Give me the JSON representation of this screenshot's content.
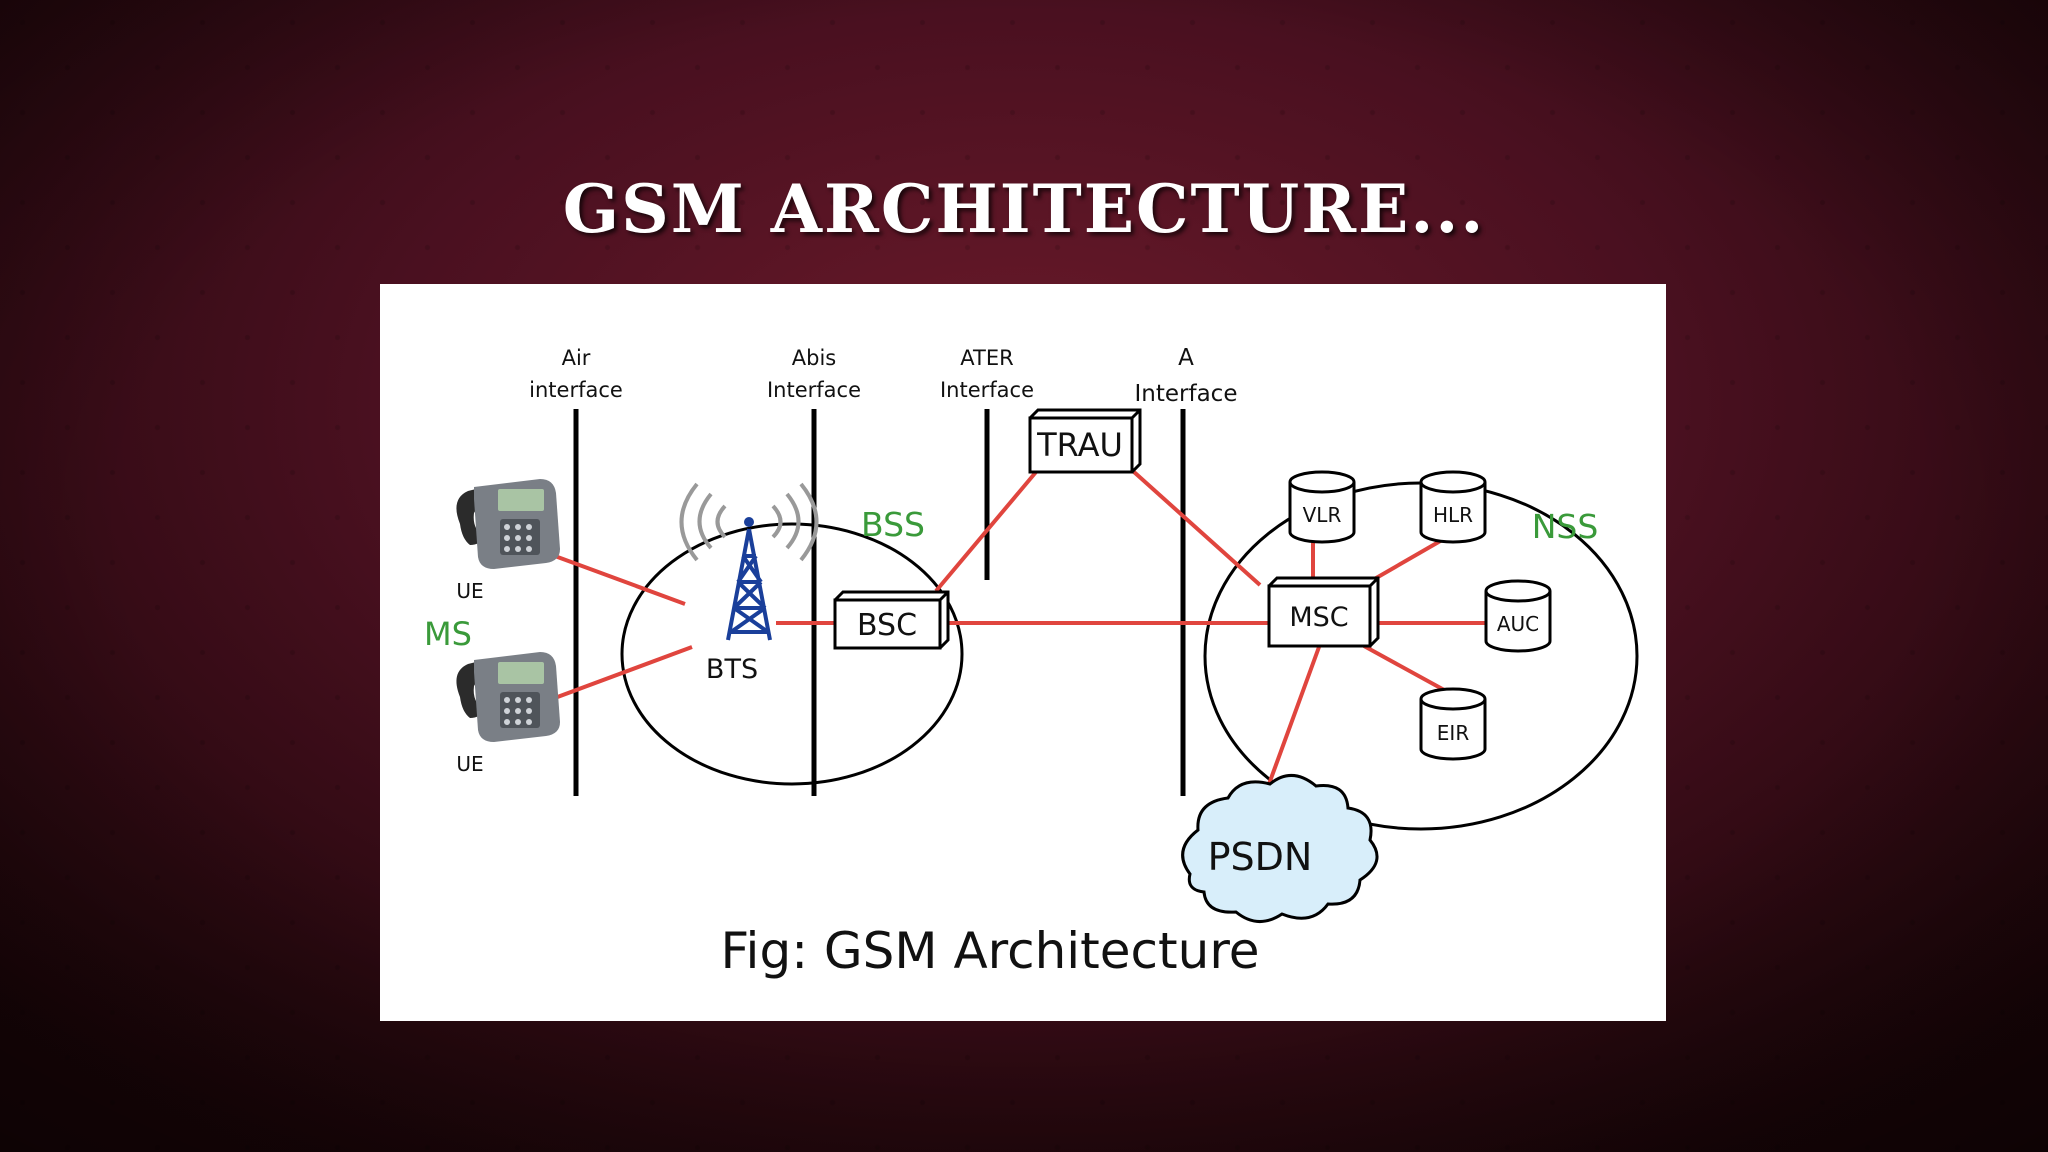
{
  "slide": {
    "title": "GSM ARCHITECTURE..."
  },
  "diagram": {
    "interfaces": {
      "air": [
        "Air",
        "interface"
      ],
      "abis": [
        "Abis",
        "Interface"
      ],
      "ater": [
        "ATER",
        "Interface"
      ],
      "a": [
        "A",
        "Interface"
      ]
    },
    "nodes": {
      "ue1": "UE",
      "ue2": "UE",
      "ms": "MS",
      "bts": "BTS",
      "bss": "BSS",
      "bsc": "BSC",
      "trau": "TRAU",
      "msc": "MSC",
      "nss": "NSS",
      "vlr": "VLR",
      "hlr": "HLR",
      "auc": "AUC",
      "eir": "EIR",
      "psdn": "PSDN"
    },
    "caption": "Fig: GSM Architecture",
    "colors": {
      "link": "#e0453e",
      "group_label": "#3a9a3a",
      "cloud": "#d8eefa"
    }
  }
}
